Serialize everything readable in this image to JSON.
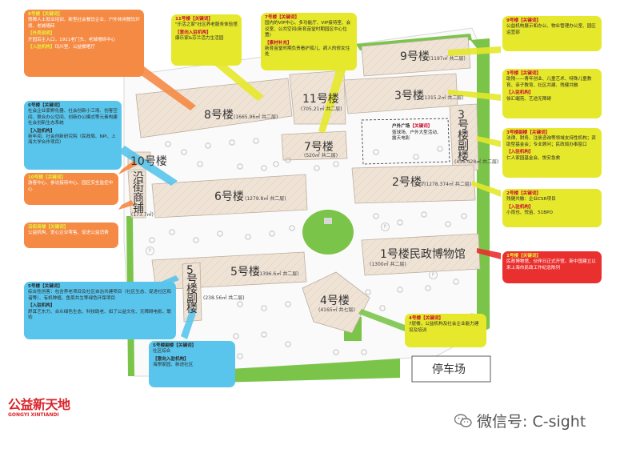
{
  "buildings": {
    "b1": {
      "name": "1号楼民政博物馆",
      "area": "(1300㎡ 共二层)"
    },
    "b2": {
      "name": "2号楼",
      "area": "(约1278.374㎡ 共二层)"
    },
    "b3": {
      "name": "3号楼",
      "area": "(1315.2㎡ 共二层)"
    },
    "b3a": {
      "name": "3号楼副楼",
      "area": "(436.428㎡ 共二层)"
    },
    "b4": {
      "name": "4号楼",
      "area": "(4165㎡ 共七层)"
    },
    "b5": {
      "name": "5号楼",
      "area": "(1396.6㎡ 共二层)"
    },
    "b5a": {
      "name": "5号楼副楼",
      "area": "(238.56㎡ 共二层)"
    },
    "b6": {
      "name": "6号楼",
      "area": "(1279.8㎡ 共二层)"
    },
    "b7": {
      "name": "7号楼",
      "area": "(520㎡ 共二层)"
    },
    "b8": {
      "name": "8号楼",
      "area": "(1665.96㎡ 共二层)"
    },
    "b9": {
      "name": "9号楼",
      "area": "(1197㎡ 共二层)"
    },
    "b10": {
      "name": "10号楼"
    },
    "b11": {
      "name": "11号楼",
      "area": "(705.21㎡ 共二层)"
    },
    "shop": {
      "name": "沿街商铺",
      "area": "(173.7㎡)"
    },
    "parking": {
      "name": "停车场"
    }
  },
  "outdoor_plaza": {
    "title": "户外广场",
    "tag": "【关键词】",
    "text": "篮球场、户外大型活动、露天电影"
  },
  "callouts": {
    "c8": {
      "head": "8号楼【关键词】",
      "kw": "残障人士就业培训、新型社会餐饮企业、户外休闲餐饮环境、老城墙砖",
      "s2h": "【外壳说明】",
      "s2": "开园后主入口，1911老门头、老城墙砖中心",
      "s3h": "【入驻机构】",
      "s3": "玛川里、公益餐晒厅"
    },
    "c6": {
      "head": "6号楼【关键词】",
      "kw": "社会企业家孵化器、社会创新小工场、创客空间、联合办公空间、创新办公模式等元素构建社会创新生态系统",
      "s2h": "【入驻机构】",
      "s2": "新年间、社会创新研究院（民政局、NPI、上海大学合作项目）"
    },
    "c10": {
      "head": "10号楼【关键词】",
      "kw": "游客中心、参访接待中心、园区安全监控中心"
    },
    "cshop": {
      "head": "沿街商铺【关键词】",
      "kw": "公益机构、爱心企业零售、促进公益消费"
    },
    "c5": {
      "head": "5号楼【关键词】",
      "kw": "综合性创客：包含养老项目及社区自治共建项目（社区生态、促进社区和谐等）、有机种植、鱼菜共生等绿色环保项目",
      "s2h": "【入驻机构】",
      "s2": "舒耳艺东力、合众绿色生态、科技助老、如了公益文化、无障碍电影、联劝"
    },
    "c5a": {
      "head": "5号楼副楼【关键词】",
      "kw": "社区综合",
      "s2h": "【意向入驻机构】",
      "s2": "海崇家园、新途社区"
    },
    "c11": {
      "head": "11号楼【关键词】",
      "kw": "\"乐活之家\"社区养老服务体验馆",
      "s2h": "【意向入驻机构】",
      "s2": "康乐家&芬兰活力生活园"
    },
    "c7": {
      "head": "7号楼【关键词】",
      "kw": "园内的VIP中心、多功能厅、VIP接待室、会议室、公共空间(新育苗堂时期园区中心位置)",
      "s2h": "【素材补充】",
      "s2": "新育苗堂时期负责看护孤儿、病人的修女住处"
    },
    "c9": {
      "head": "9号楼【关键词】",
      "kw": "公益机构展示和办公、物业管理办公室、园区运营部"
    },
    "c3": {
      "head": "3号楼【关键词】",
      "kw": "助残——青年创业、儿童艺术、特殊儿童教育、亲子教育、社区共建、残健共融",
      "s2h": "【入驻机构】",
      "s2": "徐汇崛苑、艺途无障碍"
    },
    "c3a": {
      "head": "3号楼副楼【关键词】",
      "kw": "法律、财务、注册咨询等领域支持性机构；资助型基金会；专业顾问；民政局办事窗口",
      "s2h": "【入驻机构】",
      "s2": "仁人家园基金会、悦安急救"
    },
    "c2": {
      "head": "2号楼【关键词】",
      "kw": "残健共融：企业CSR项目",
      "s2h": "【入驻机构】",
      "s2": "小雨也、悦苗、51BPO"
    },
    "c1": {
      "head": "1号楼【关键词】",
      "kw": "民政博物馆、伙伴日正式开馆、新中国建立以来上海市民政工作纪念陈列"
    },
    "c4": {
      "head": "4号楼【关键词】",
      "kw": "7层楼，公益机构及社会企业能力建设及培训"
    }
  },
  "logo": {
    "main": "公益新天地",
    "sub": "GONGYI XINTIANDI"
  },
  "watermark": {
    "text": "微信号: C-sight"
  },
  "parking_marker": "P",
  "colors": {
    "orange": "#f58a45",
    "blue": "#59c5ec",
    "yellow": "#e5e82b",
    "red": "#e9302f",
    "green": "#7bc44a",
    "building": "#efe3d6"
  }
}
